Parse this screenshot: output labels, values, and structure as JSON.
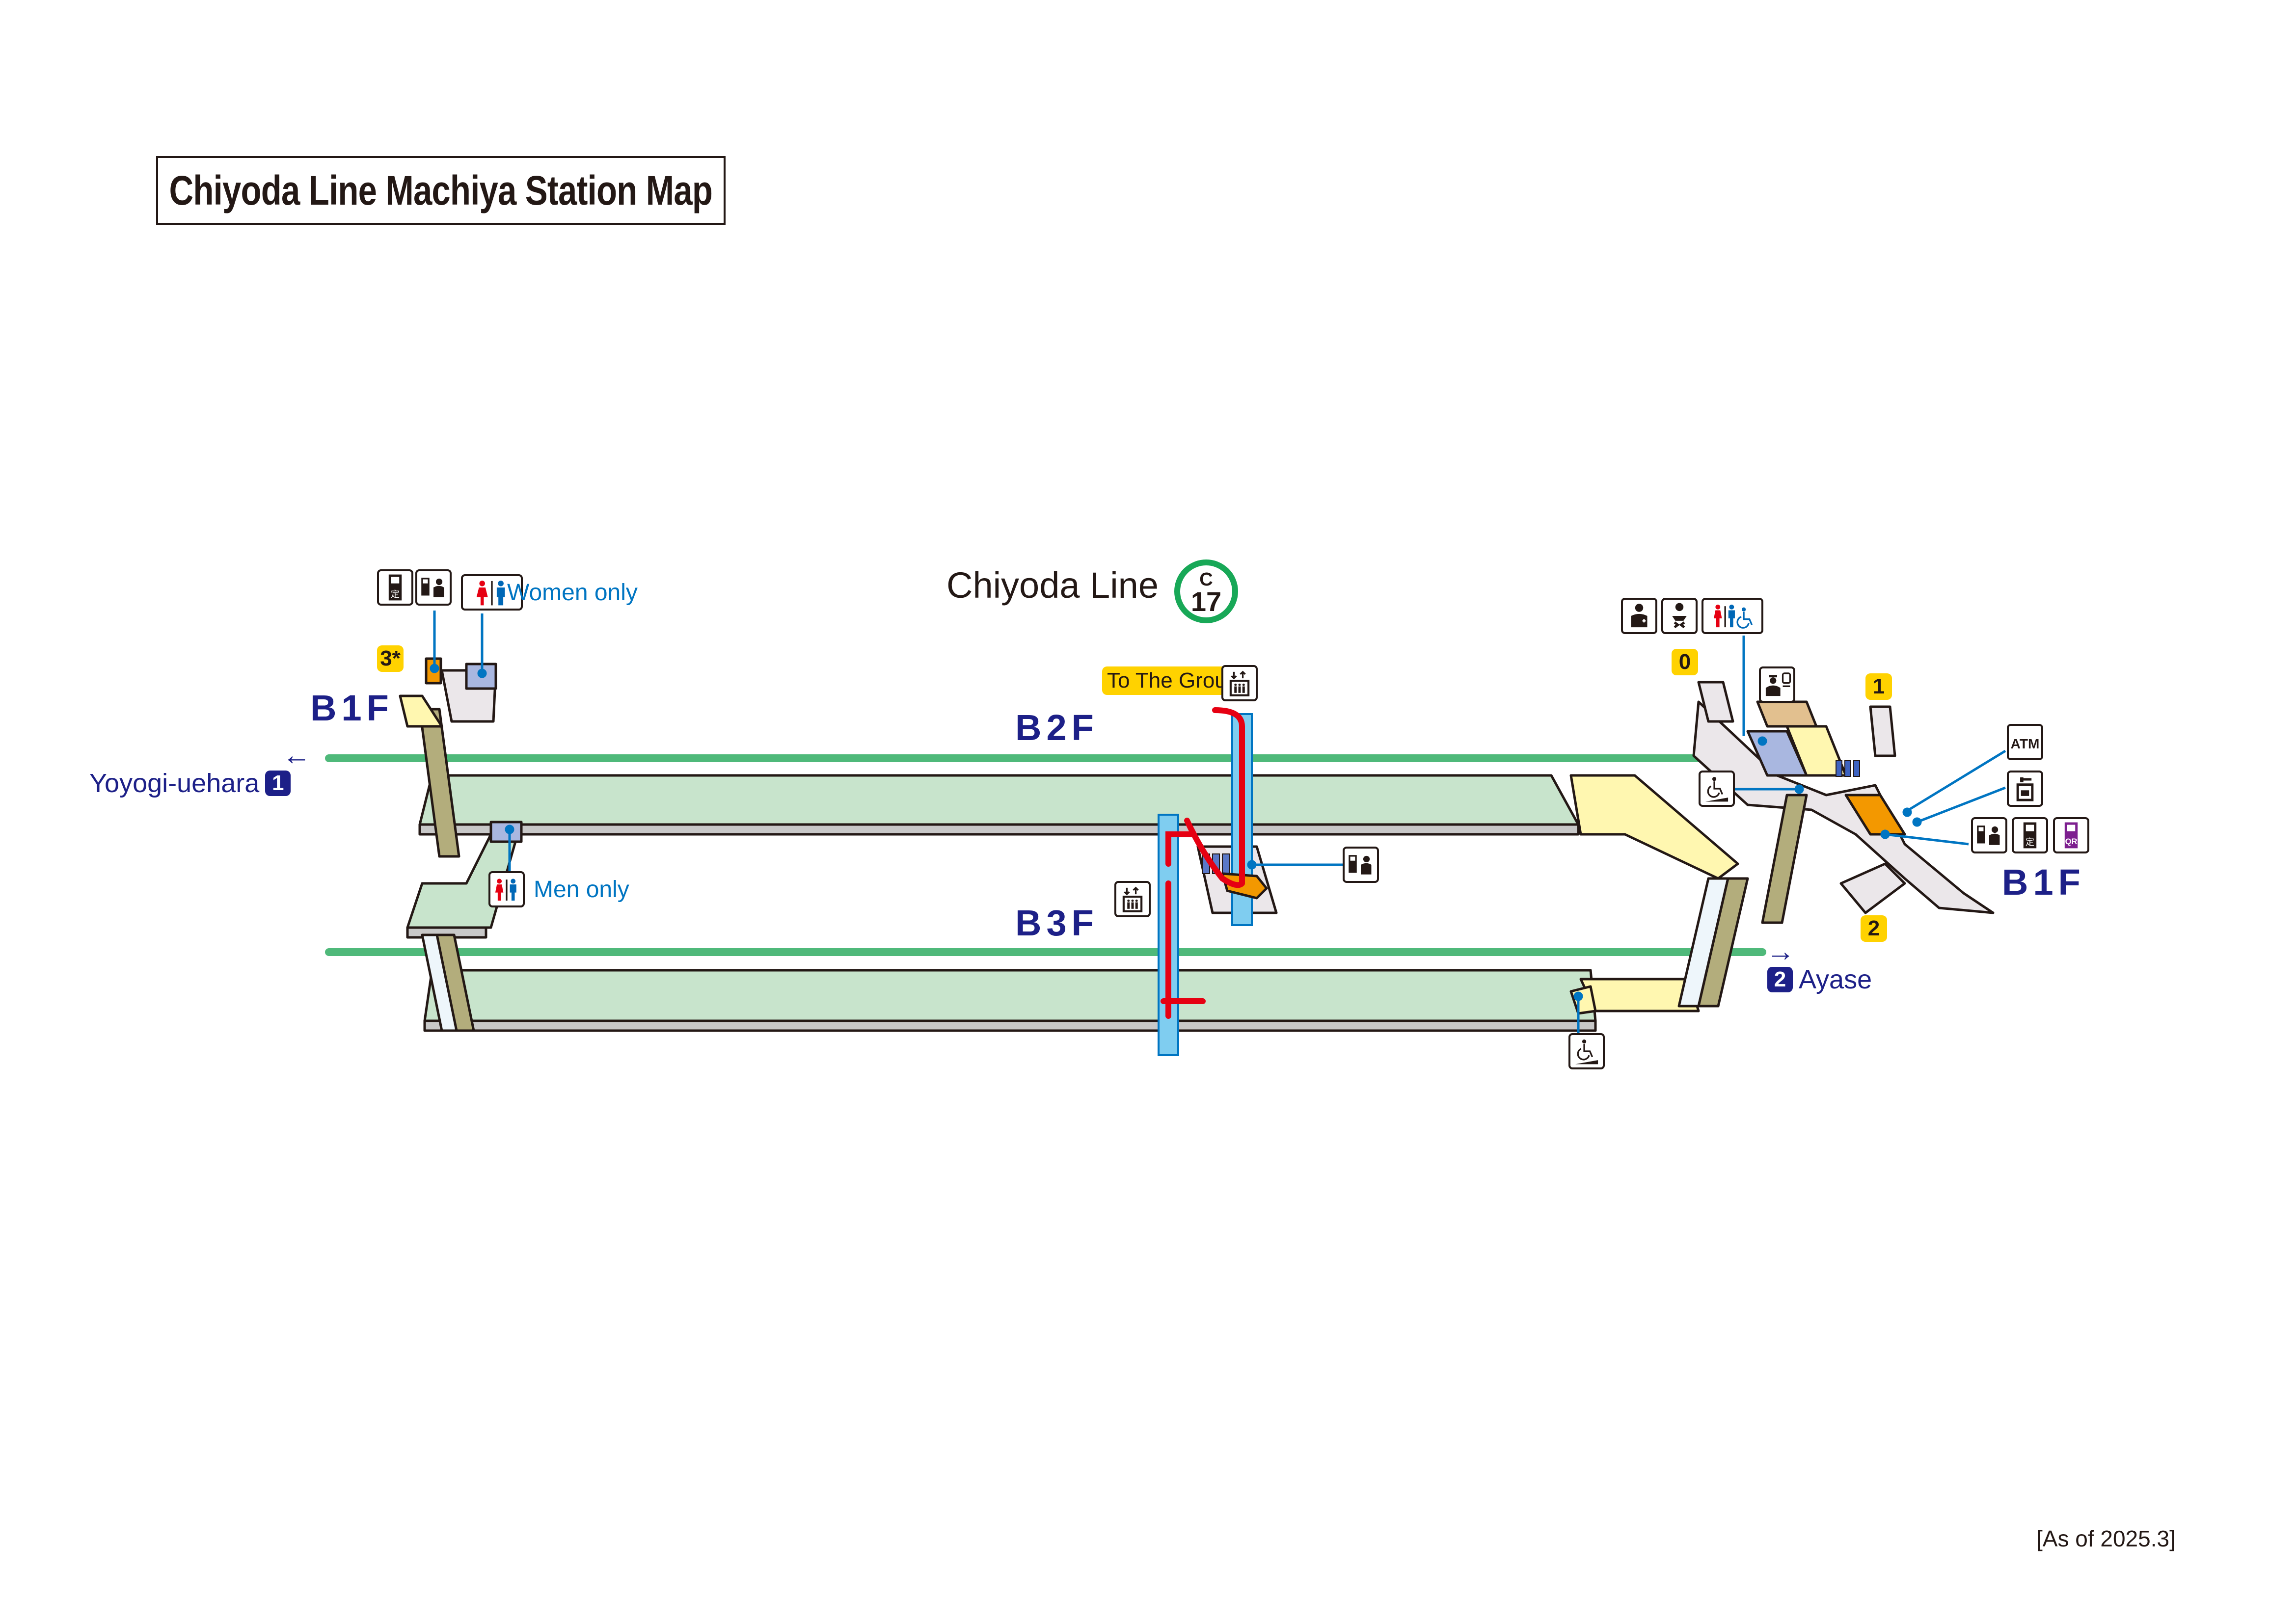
{
  "title": "Chiyoda Line Machiya Station Map",
  "line": {
    "name": "Chiyoda Line",
    "station_code_letter": "C",
    "station_code_number": "17",
    "color": "#18a857"
  },
  "floors": {
    "b1f_left": "B1F",
    "b2f": "B2F",
    "b3f": "B3F",
    "b1f_right": "B1F"
  },
  "destinations": {
    "left": {
      "name": "Yoyogi-uehara",
      "platform": "1",
      "arrow": "←"
    },
    "right": {
      "name": "Ayase",
      "platform": "2",
      "arrow": "→"
    }
  },
  "exits": [
    {
      "id": "3*",
      "side": "left"
    },
    {
      "id": "0",
      "side": "right"
    },
    {
      "id": "1",
      "side": "right"
    },
    {
      "id": "2",
      "side": "right"
    }
  ],
  "labels": {
    "women_only": "Women only",
    "men_only": "Men only",
    "to_the_ground": "To The Ground",
    "as_of": "[As of 2025.3]"
  },
  "pictograms": {
    "commuter_pass": {
      "text": "定"
    },
    "qr": {
      "text": "QR"
    },
    "atm": {
      "text": "ATM"
    }
  },
  "colors": {
    "floor_navy": "#1d2088",
    "exit_yellow": "#ffd200",
    "callout_blue": "#0075c2",
    "platform_green": "#c8e4cc",
    "track_green": "#4fb97a",
    "elevator_route_red": "#e60012",
    "elevator_shaft_blue": "#7fcdf0",
    "stairs_khaki": "#b3ad7c",
    "ticket_orange": "#f39800",
    "concourse_grey": "#ebe7ea",
    "passage_yellow": "#fff7b0",
    "qr_purple": "#7d1f8f"
  }
}
